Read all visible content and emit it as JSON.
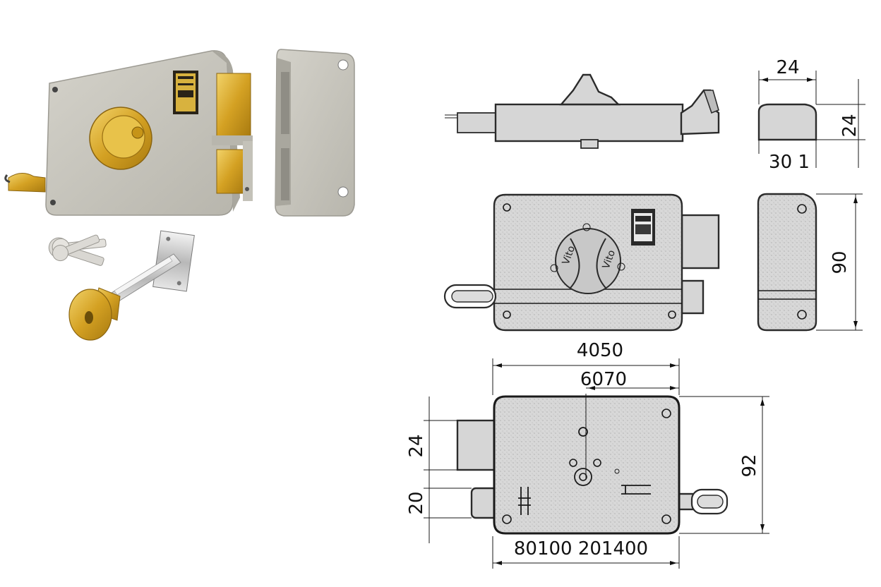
{
  "figure": {
    "left_photos": {
      "items": [
        "lock-body",
        "strike-plate",
        "keys",
        "cylinder-with-extension"
      ]
    },
    "dimension_labels": {
      "top_width": "24",
      "top_height": "24",
      "top_note": "30 1",
      "side_height": "90",
      "bottom_width_outer": "4050",
      "bottom_width_inner": "6070",
      "bottom_left_upper": "24",
      "bottom_left_lower": "20",
      "bottom_right_height": "92",
      "bottom_footer": "80100 201400"
    },
    "colors": {
      "body_gray": "#c9c8c0",
      "brass": "#d9a62a",
      "line": "#1a1a1a"
    }
  }
}
